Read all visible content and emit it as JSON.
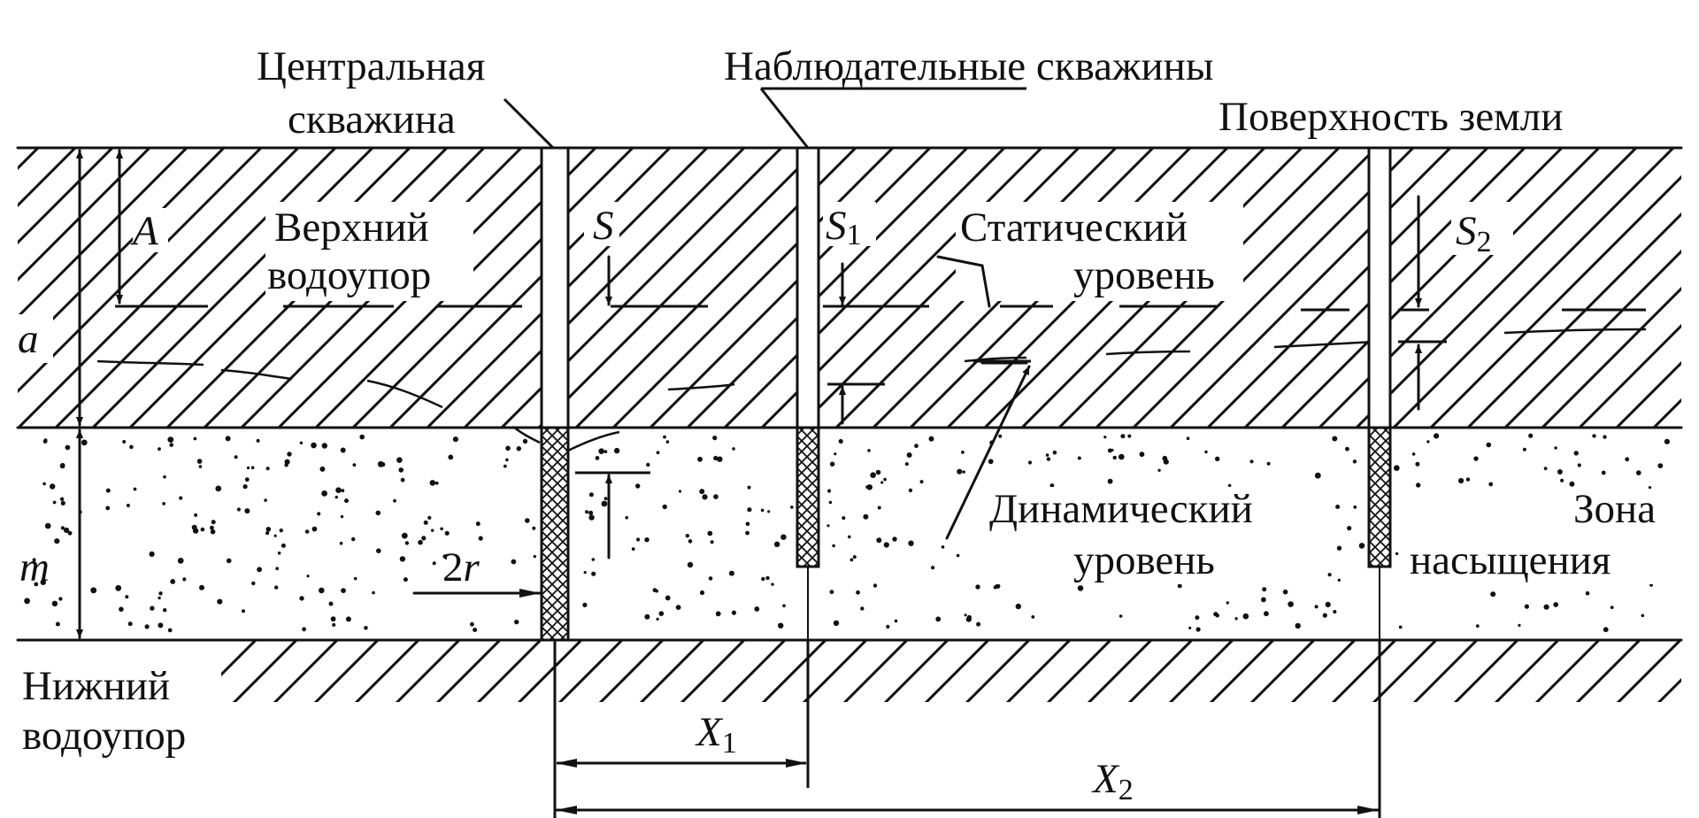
{
  "labels": {
    "central_well": [
      "Центральная",
      "скважина"
    ],
    "observation_wells": "Наблюдательные скважины",
    "ground_surface": "Поверхность земли",
    "upper_aquitard": [
      "Верхний",
      "водоупор"
    ],
    "static_level": [
      "Статический",
      "уровень"
    ],
    "dynamic_level": [
      "Динамический",
      "уровень"
    ],
    "saturation_zone": [
      "Зона",
      "насыщения"
    ],
    "lower_aquitard": [
      "Нижний",
      "водоупор"
    ]
  },
  "symbols": {
    "A": "A",
    "a": "a",
    "m": "m",
    "S": "S",
    "S1_base": "S",
    "S1_sub": "1",
    "S2_base": "S",
    "S2_sub": "2",
    "two_r_num": "2",
    "two_r_var": "r",
    "X1_base": "X",
    "X1_sub": "1",
    "X2_base": "X",
    "X2_sub": "2"
  },
  "colors": {
    "ink": "#111111",
    "paper": "#ffffff"
  }
}
